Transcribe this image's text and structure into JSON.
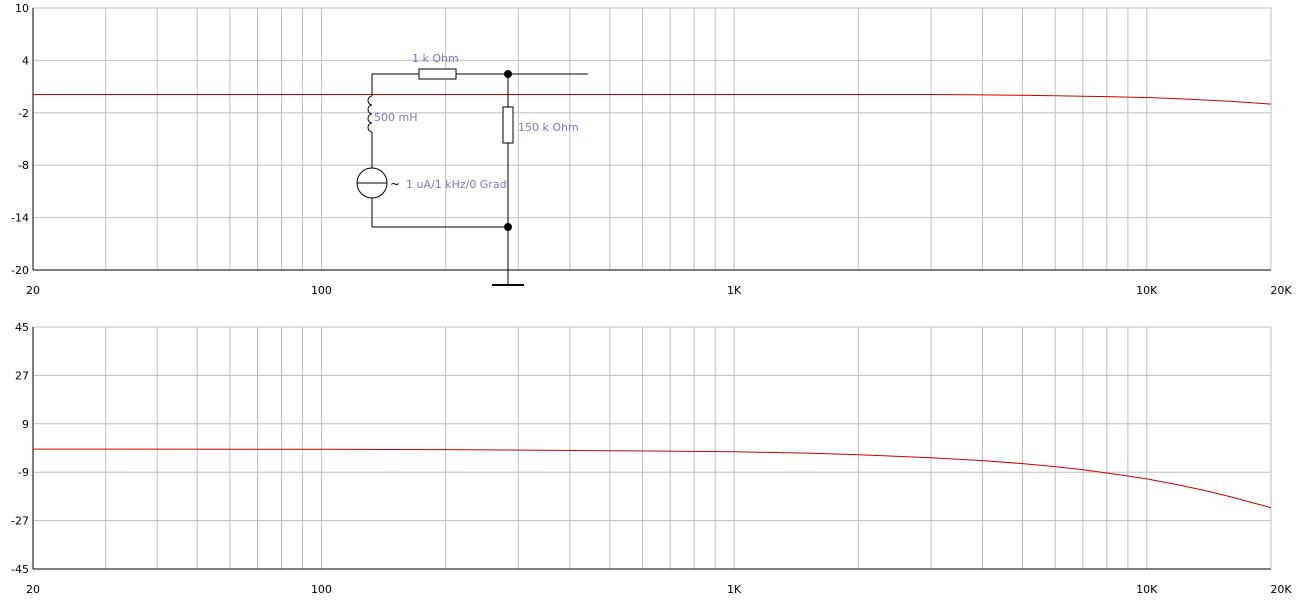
{
  "chart_data": [
    {
      "type": "line",
      "title": "",
      "xlabel": "",
      "ylabel": "",
      "x_scale": "log",
      "xlim": [
        20,
        20000
      ],
      "ylim": [
        -20,
        10
      ],
      "grid": true,
      "x_tick_values": [
        20,
        100,
        1000,
        10000,
        20000
      ],
      "x_tick_labels": [
        "20",
        "100",
        "1K",
        "10K",
        "20K"
      ],
      "y_tick_values": [
        10,
        4,
        -2,
        -8,
        -14,
        -20
      ],
      "y_tick_labels": [
        "10",
        "4",
        "-2",
        "-8",
        "-14",
        "-20"
      ],
      "colors": {
        "line": "#cc0000",
        "grid": "#c0c0c0",
        "axis": "#000000"
      },
      "series": [
        {
          "x": [
            20,
            50,
            100,
            200,
            500,
            1000,
            2000,
            3000,
            4000,
            5000,
            6000,
            7000,
            8000,
            9000,
            10000,
            12000,
            14000,
            16000,
            18000,
            20000
          ],
          "y": [
            0.1,
            0.1,
            0.1,
            0.1,
            0.1,
            0.1,
            0.1,
            0.1,
            0.05,
            0.0,
            -0.05,
            -0.1,
            -0.15,
            -0.2,
            -0.25,
            -0.4,
            -0.55,
            -0.7,
            -0.85,
            -1.0
          ]
        }
      ]
    },
    {
      "type": "line",
      "title": "",
      "xlabel": "",
      "ylabel": "",
      "x_scale": "log",
      "xlim": [
        20,
        20000
      ],
      "ylim": [
        -45,
        45
      ],
      "grid": true,
      "x_tick_values": [
        20,
        100,
        1000,
        10000,
        20000
      ],
      "x_tick_labels": [
        "20",
        "100",
        "1K",
        "10K",
        "20K"
      ],
      "y_tick_values": [
        45,
        27,
        9,
        -9,
        -27,
        -45
      ],
      "y_tick_labels": [
        "45",
        "27",
        "9",
        "-9",
        "-27",
        "-45"
      ],
      "colors": {
        "line": "#cc0000",
        "grid": "#c0c0c0",
        "axis": "#000000"
      },
      "series": [
        {
          "x": [
            20,
            100,
            200,
            500,
            1000,
            1500,
            2000,
            3000,
            4000,
            5000,
            6000,
            7000,
            8000,
            9000,
            10000,
            12000,
            14000,
            16000,
            18000,
            20000
          ],
          "y": [
            -0.4,
            -0.5,
            -0.6,
            -1.0,
            -1.4,
            -1.9,
            -2.5,
            -3.6,
            -4.7,
            -5.8,
            -6.9,
            -8.1,
            -9.3,
            -10.4,
            -11.5,
            -13.8,
            -16.0,
            -18.2,
            -20.3,
            -22.2
          ]
        }
      ]
    }
  ],
  "circuit": {
    "resistor_series_label": "1 k Ohm",
    "inductor_label": "500 mH",
    "resistor_shunt_label": "150 k Ohm",
    "source_label": "1 uA/1 kHz/0 Grad",
    "ac_symbol": "~"
  }
}
